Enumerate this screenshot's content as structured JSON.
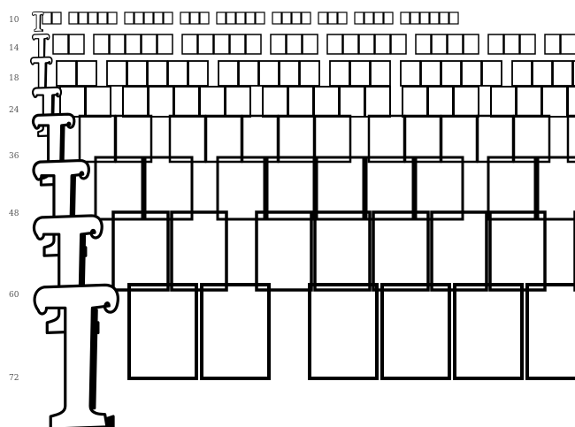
{
  "sizes": [
    {
      "label": "10"
    },
    {
      "label": "14"
    },
    {
      "label": "18"
    },
    {
      "label": "24"
    },
    {
      "label": "36"
    },
    {
      "label": "48"
    },
    {
      "label": "60"
    },
    {
      "label": "72"
    }
  ],
  "sample_glyph": "T",
  "colors": {
    "ink": "#000000",
    "label": "#555555",
    "background": "#ffffff"
  }
}
